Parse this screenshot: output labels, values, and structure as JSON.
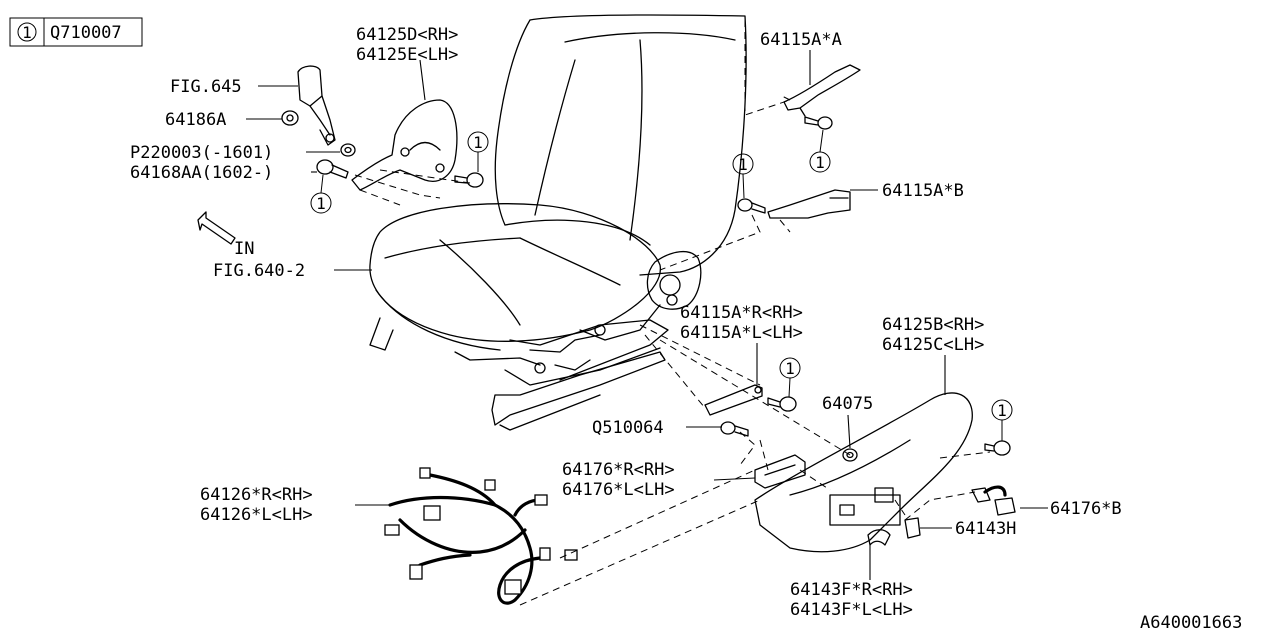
{
  "header": {
    "ref_mark": "1",
    "ref_code": "Q710007"
  },
  "ref_circle": "1",
  "labels": {
    "part_64125d": "64125D<RH>",
    "part_64125e": "64125E<LH>",
    "part_64115a_a": "64115A*A",
    "fig_645": "FIG.645",
    "part_64186a": "64186A",
    "part_p220003": "P220003(-1601)",
    "part_64168aa": "64168AA(1602-)",
    "part_64115a_b": "64115A*B",
    "in_arrow": "IN",
    "fig_640_2": "FIG.640-2",
    "part_64115a_r": "64115A*R<RH>",
    "part_64115a_l": "64115A*L<LH>",
    "part_64125b": "64125B<RH>",
    "part_64125c": "64125C<LH>",
    "part_64075": "64075",
    "part_q510064": "Q510064",
    "part_64176_r": "64176*R<RH>",
    "part_64176_l": "64176*L<LH>",
    "part_64126_r": "64126*R<RH>",
    "part_64126_l": "64126*L<LH>",
    "part_64176_b": "64176*B",
    "part_64143h": "64143H",
    "part_64143f_r": "64143F*R<RH>",
    "part_64143f_l": "64143F*L<LH>",
    "diagram_code": "A640001663"
  }
}
